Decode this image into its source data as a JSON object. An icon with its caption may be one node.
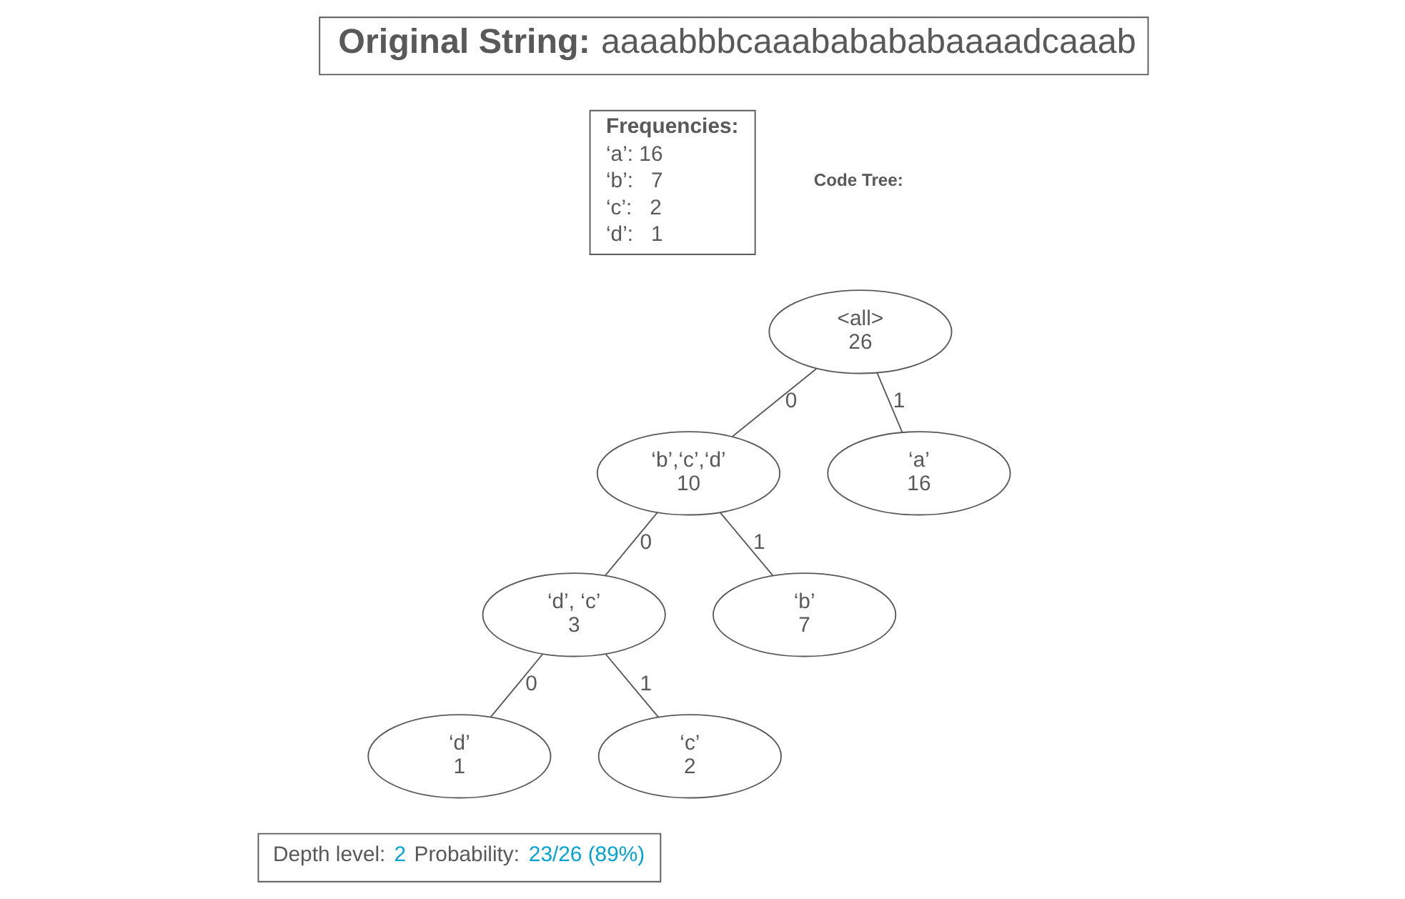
{
  "diagram": {
    "nodes": [
      {
        "text": [
          "Original String:",
          "aaaabbbcaaababababaaaadcaaab"
        ]
      },
      {
        "text": [
          "Frequencies:",
          "‘a’: 16",
          "‘b’:   7",
          "‘c’:   2",
          "‘d’:   1"
        ]
      },
      {
        "text": [
          "<all>",
          "26"
        ]
      },
      {
        "text": [
          "‘b’,‘c’,‘d’",
          "10"
        ]
      },
      {
        "text": [
          "‘a’",
          "16"
        ]
      },
      {
        "text": [
          "‘d’, ‘c’",
          "3"
        ]
      },
      {
        "text": [
          "‘b’",
          "7"
        ]
      },
      {
        "text": [
          "‘d’",
          "1"
        ]
      },
      {
        "text": [
          "‘c’",
          "2"
        ]
      },
      {
        "text": [
          "Depth level:",
          "2",
          "Probability:",
          "23/26 (89%)"
        ]
      }
    ],
    "edges": [
      {
        "from": 2,
        "to": 3,
        "arrow": "none",
        "label": "0"
      },
      {
        "from": 2,
        "to": 4,
        "arrow": "none",
        "label": "1"
      },
      {
        "from": 3,
        "to": 5,
        "arrow": "none",
        "label": "0"
      },
      {
        "from": 3,
        "to": 6,
        "arrow": "none",
        "label": "1"
      },
      {
        "from": 5,
        "to": 7,
        "arrow": "none",
        "label": "0"
      },
      {
        "from": 5,
        "to": 8,
        "arrow": "none",
        "label": "1"
      }
    ],
    "labels": [
      "Code Tree:"
    ]
  }
}
